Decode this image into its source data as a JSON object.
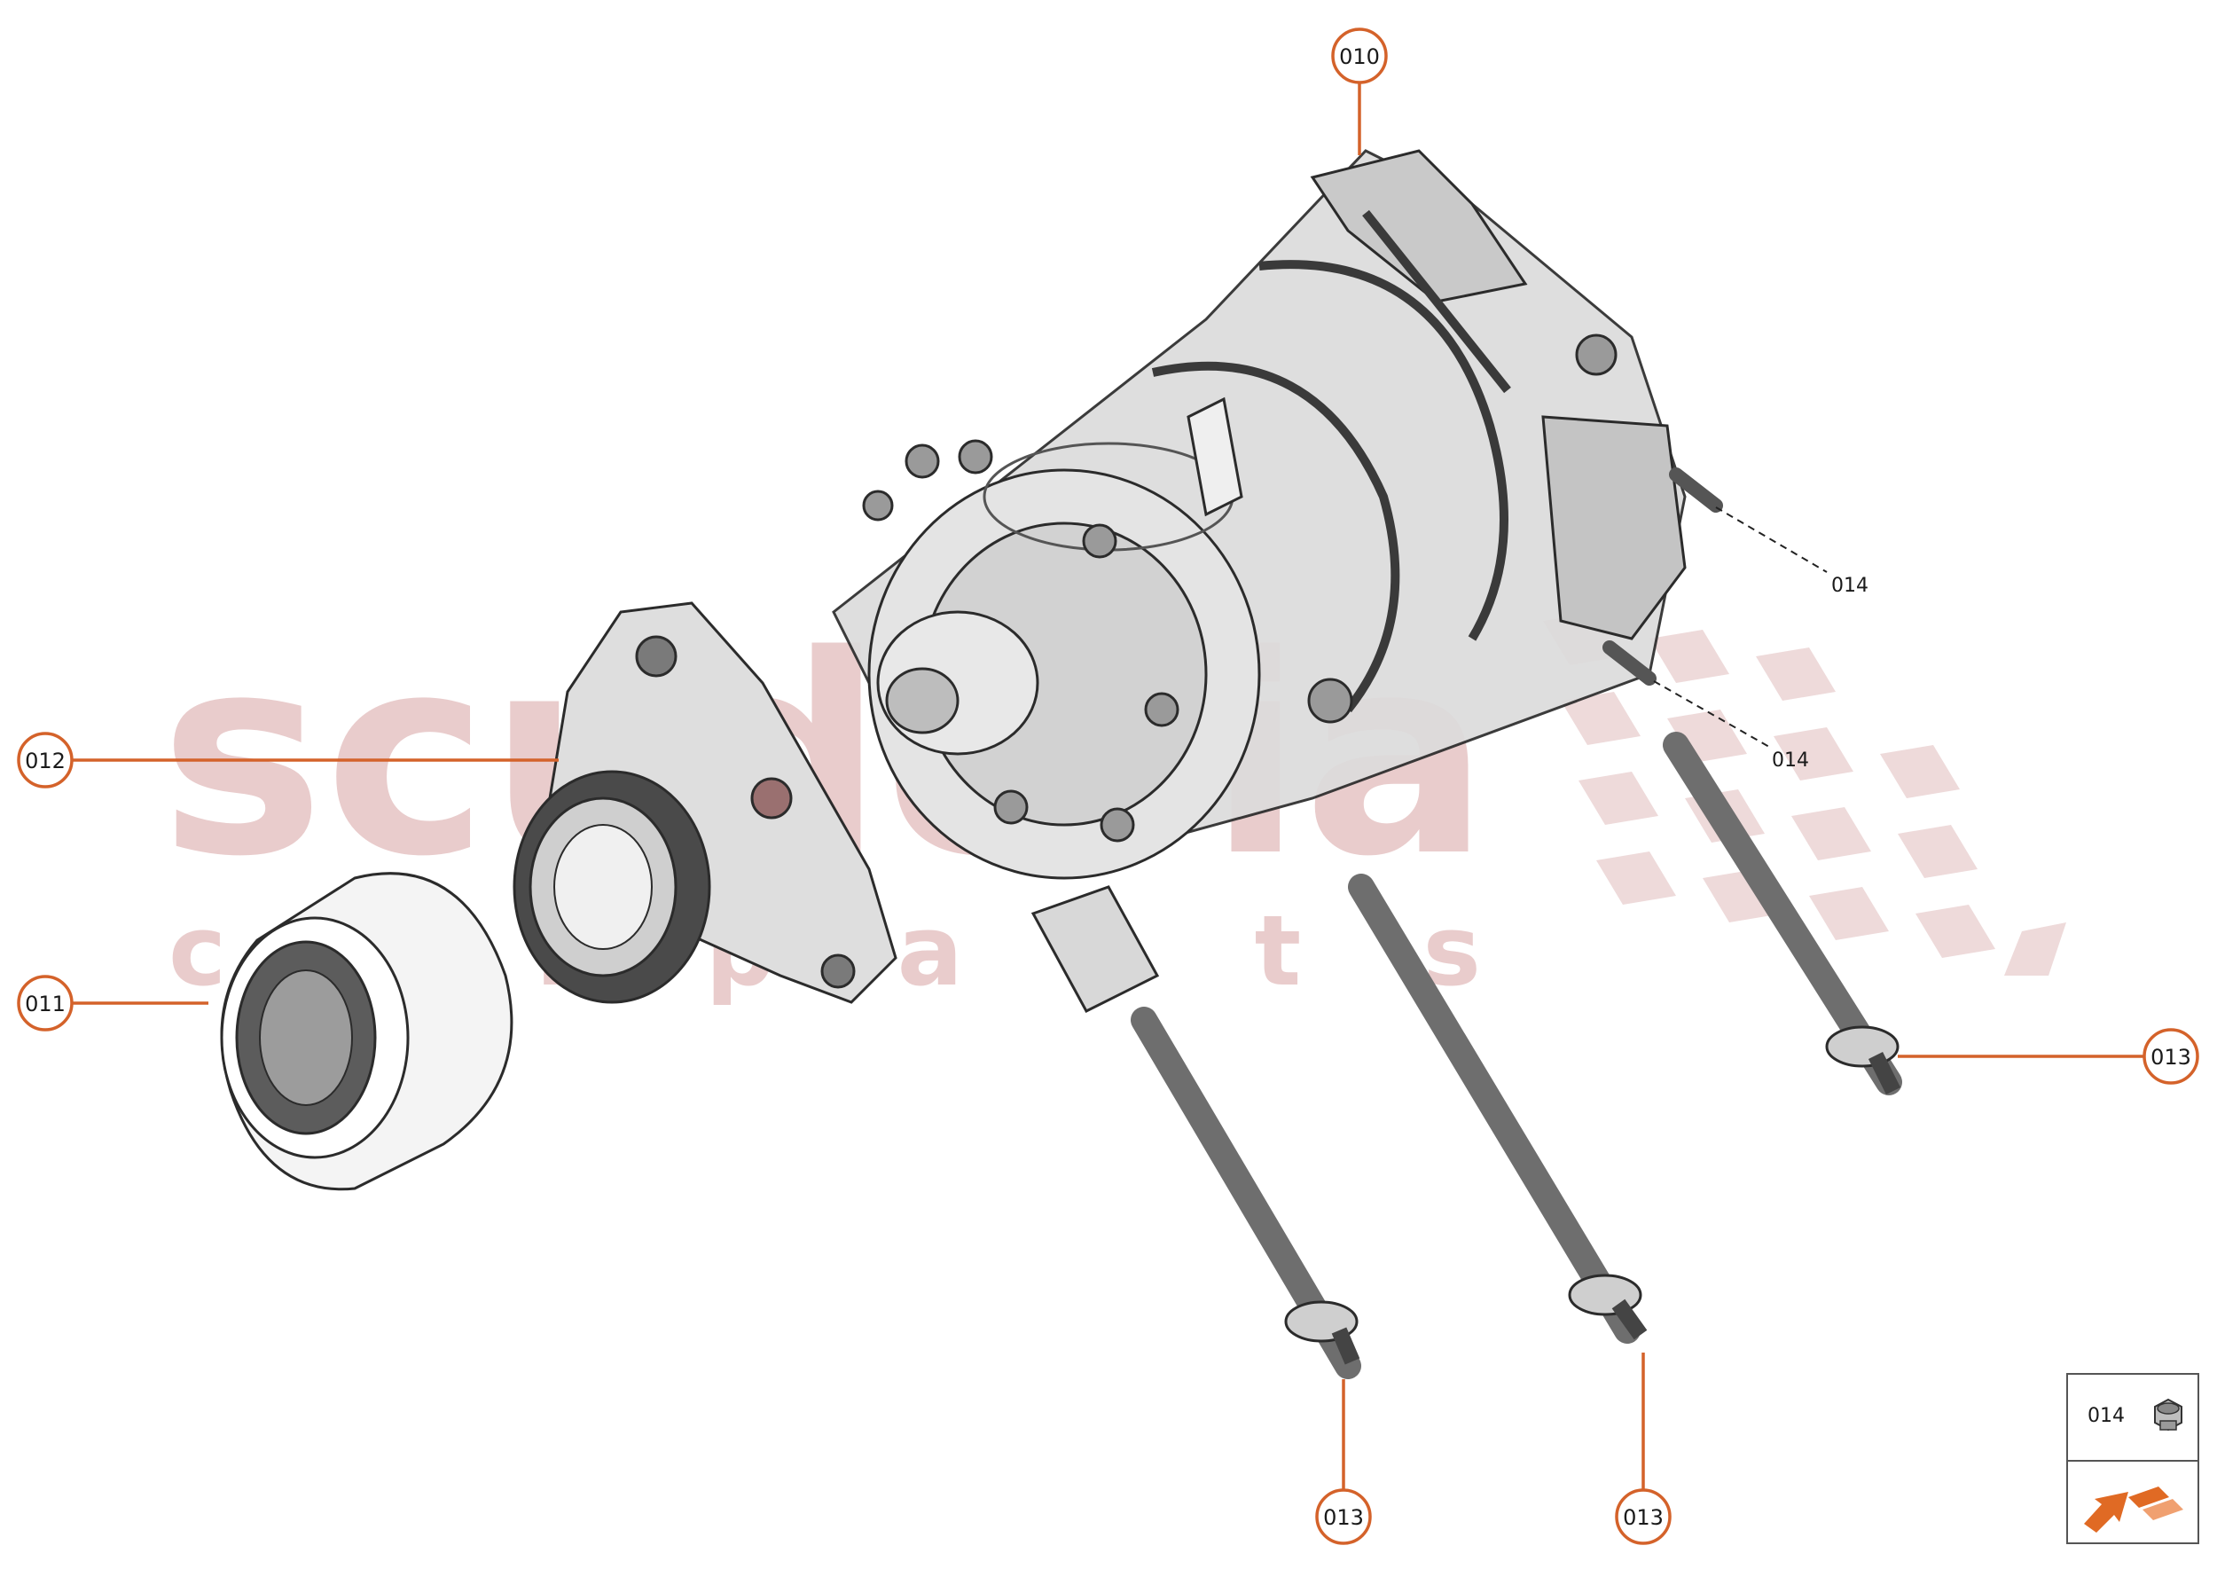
{
  "watermark": {
    "brand": "scuderia",
    "sub": "c a r p a r t s"
  },
  "callouts": {
    "c010": "010",
    "c011": "011",
    "c012": "012",
    "c013a": "013",
    "c013b": "013",
    "c013c": "013",
    "c014a": "014",
    "c014b": "014"
  },
  "legend": {
    "code": "014",
    "nut_icon": "hex-nut-icon",
    "arrow_icon": "orange-direction-arrow-icon"
  },
  "colors": {
    "callout": "#d4622a",
    "watermark": "#e9cccc",
    "part_fill": "#d8d8d8",
    "part_dark": "#6e6e6e"
  }
}
